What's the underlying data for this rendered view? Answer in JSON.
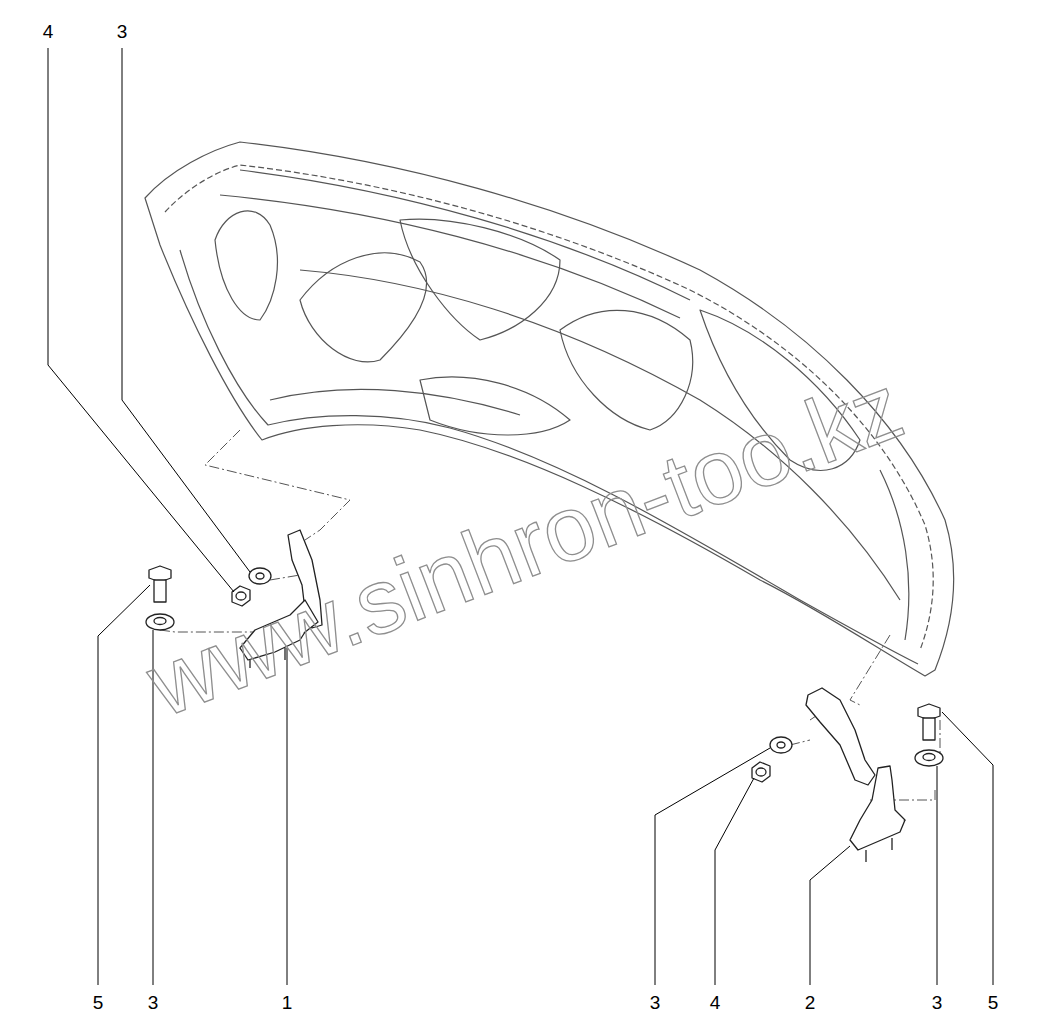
{
  "diagram": {
    "labels": [
      "4",
      "3",
      "5",
      "3",
      "1",
      "3",
      "4",
      "2",
      "3",
      "5",
      "www.sinhron-too.kz"
    ]
  }
}
